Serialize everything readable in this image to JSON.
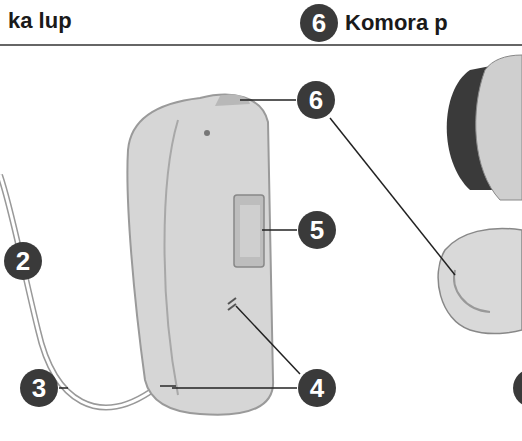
{
  "diagram": {
    "labels": [
      "ka lup",
      "6",
      "Komora p",
      "6",
      "5",
      "2",
      "3",
      "4"
    ]
  }
}
